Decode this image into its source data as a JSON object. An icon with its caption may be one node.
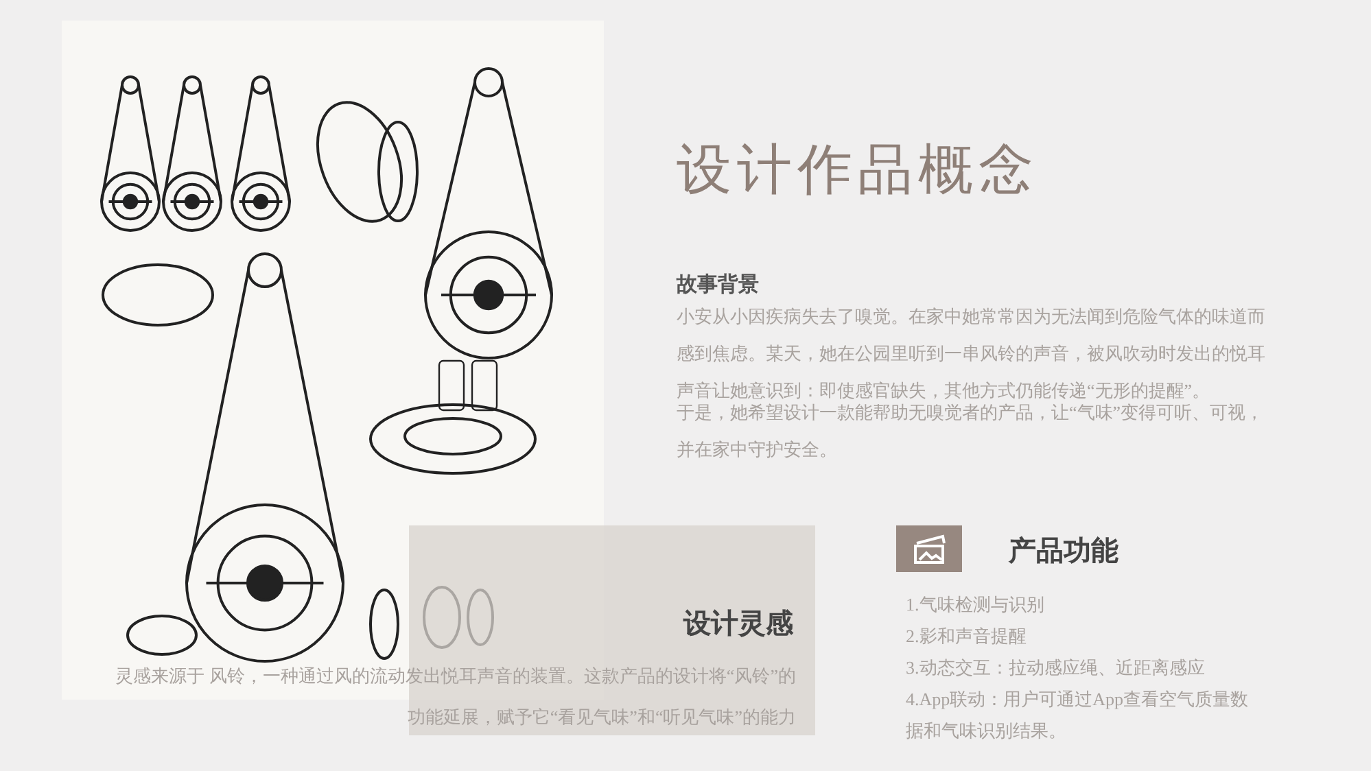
{
  "diagram": {
    "title": "设计作品概念",
    "labels": [
      "故事背景",
      "小安从小因疾病失去了嗅觉。在家中她常常因为无法闻到危险气体的味道而感到焦虑。某天，她在公园里听到一串风铃的声音，被风吹动时发出的悦耳声音让她意识到：即使感官缺失，其他方式仍能传递“无形的提醒”。",
      "于是，她希望设计一款能帮助无嗅觉者的产品，让“气味”变得可听、可视，并在家中守护安全。",
      "产品功能",
      "1.气味检测与识别",
      "2.影和声音提醒",
      "3.动态交互：拉动感应绳、近距离感应",
      "4.App联动：用户可通过App查看空气质量数据和气味识别结果。",
      "设计灵感",
      "灵感来源于 风铃，一种通过风的流动发出悦耳声音的装置。这款产品的设计将“风铃”的功能延展，赋予它“看见气味”和“听见气味”的能力"
    ]
  }
}
